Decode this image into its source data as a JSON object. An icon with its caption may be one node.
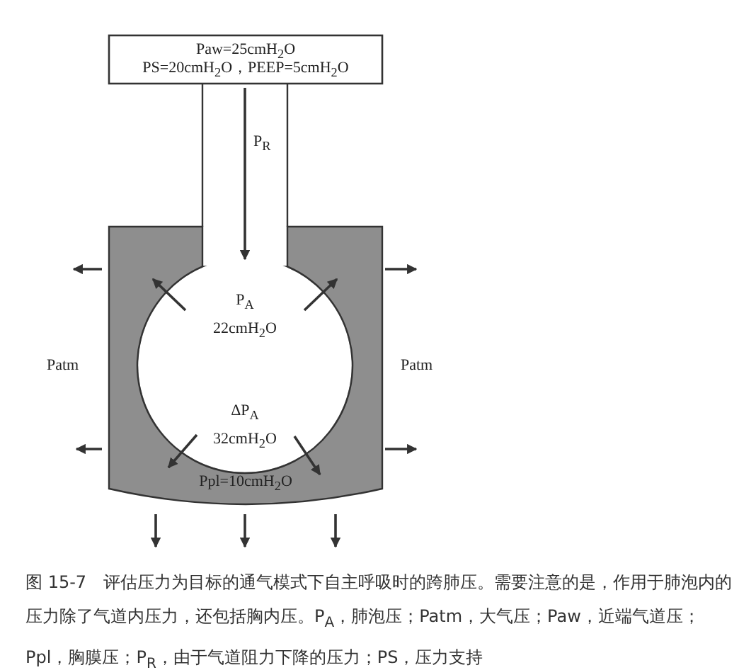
{
  "diagram": {
    "caption": "图 15-7　评估压力为目标的通气模式下自主呼吸时的跨肺压。需要注意的是，作用于肺泡内的压力除了气道内压力，还包括胸内压。P$_{A}$，肺泡压；Patm，大气压；Paw，近端气道压；Ppl，胸膜压；P$_{R}$，由于气道阻力下降的压力；PS，压力支持",
    "nodes": [
      {
        "text": [
          "Paw=25cmH$_{2}$O",
          "PS=20cmH$_{2}$O，PEEP=5cmH$_{2}$O"
        ]
      },
      {
        "text": [
          "Ppl=10cmH$_{2}$O"
        ]
      },
      {
        "text": [
          "P$_{A}$ 22cmH$_{2}$O",
          "ΔP$_{A}$ 32cmH$_{2}$O"
        ],
        "in": 1
      }
    ],
    "edges": [
      {
        "from": 0,
        "to": 2,
        "arrow": "to",
        "label": "P$_{R}$"
      }
    ],
    "labels": [
      "Patm",
      "Patm"
    ]
  }
}
